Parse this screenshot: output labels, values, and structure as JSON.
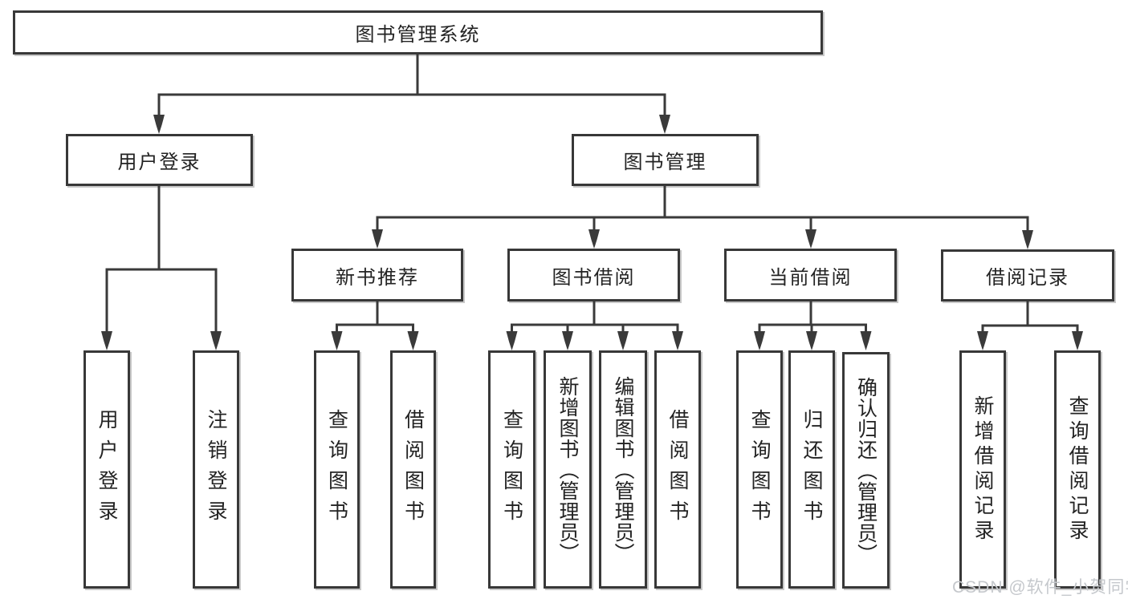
{
  "tree": {
    "root": "图书管理系统",
    "user_login": {
      "label": "用户登录",
      "children": [
        "用户登录",
        "注销登录"
      ]
    },
    "book_mgmt": {
      "label": "图书管理",
      "groups": [
        {
          "label": "新书推荐",
          "children": [
            "查询图书",
            "借阅图书"
          ]
        },
        {
          "label": "图书借阅",
          "children": [
            "查询图书",
            "新增图书（管理员）",
            "编辑图书（管理员）",
            "借阅图书"
          ]
        },
        {
          "label": "当前借阅",
          "children": [
            "查询图书",
            "归还图书",
            "确认归还（管理员）"
          ]
        },
        {
          "label": "借阅记录",
          "children": [
            "新增借阅记录",
            "查询借阅记录"
          ]
        }
      ]
    }
  },
  "watermark": "CSDN @软件_小贺同学",
  "colors": {
    "line": "#3a3a3a",
    "box_border": "#383838",
    "box_bg": "#ffffff",
    "text": "#232323",
    "watermark": "#c5c8cc"
  }
}
